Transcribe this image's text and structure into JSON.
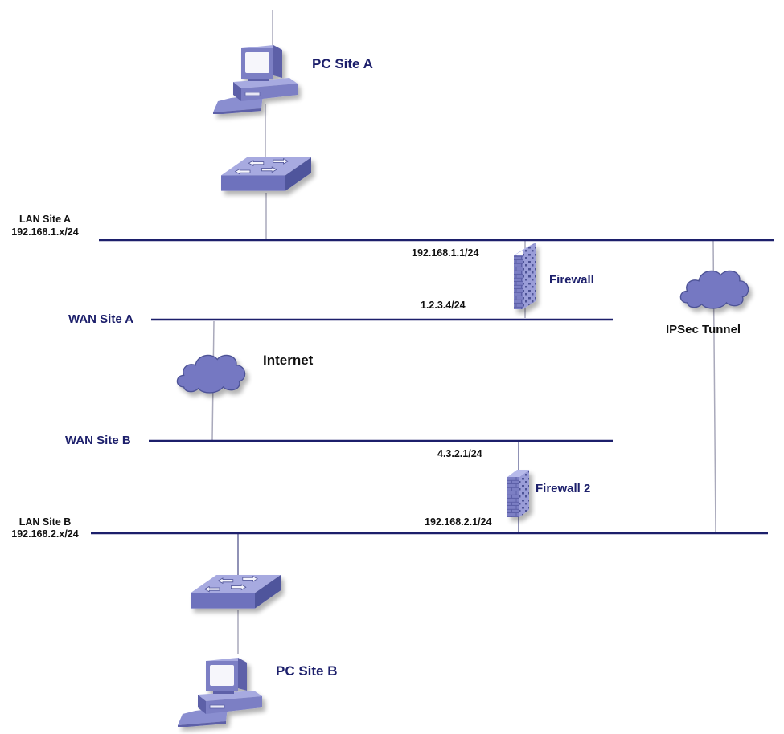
{
  "colors": {
    "bus_line": "#1c1f6b",
    "link_line": "#a9a9bb",
    "device_fill": "#7b7fc4",
    "device_dark": "#5d61a8",
    "device_light": "#a7aae0",
    "screen": "#f6f6fb",
    "label_navy": "#1c1f6b",
    "label_black": "#111111"
  },
  "nodes": {
    "pc_a": {
      "label": "PC Site A",
      "icon": "computer-icon"
    },
    "switch_a": {
      "icon": "switch-icon"
    },
    "firewall_1": {
      "label": "Firewall",
      "icon": "firewall-icon"
    },
    "internet": {
      "label": "Internet",
      "icon": "cloud-icon"
    },
    "ipsec": {
      "label": "IPSec Tunnel",
      "icon": "cloud-icon"
    },
    "firewall_2": {
      "label": "Firewall 2",
      "icon": "firewall-icon"
    },
    "switch_b": {
      "icon": "switch-icon"
    },
    "pc_b": {
      "label": "PC Site B",
      "icon": "computer-icon"
    }
  },
  "networks": {
    "lan_a": {
      "name": "LAN Site A",
      "subnet": "192.168.1.x/24"
    },
    "wan_a": {
      "name": "WAN Site A"
    },
    "wan_b": {
      "name": "WAN Site B"
    },
    "lan_b": {
      "name": "LAN Site B",
      "subnet": "192.168.2.x/24"
    }
  },
  "interfaces": {
    "fw1_lan": "192.168.1.1/24",
    "fw1_wan": "1.2.3.4/24",
    "fw2_wan": "4.3.2.1/24",
    "fw2_lan": "192.168.2.1/24"
  }
}
